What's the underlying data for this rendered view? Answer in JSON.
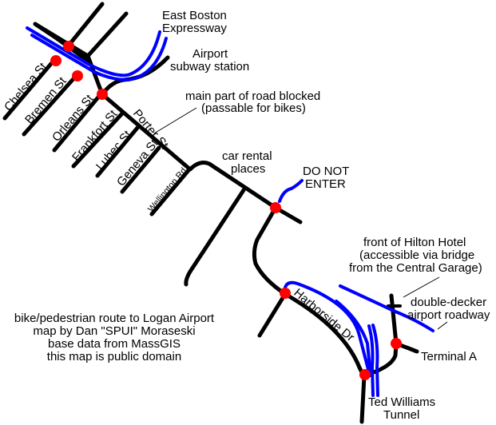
{
  "map": {
    "title": "bike/pedestrian route to Logan Airport",
    "colors": {
      "road": "#000000",
      "route": "#0000ff",
      "stop": "#ff0000",
      "background": "#ffffff"
    },
    "labels": {
      "east_boston_expressway": [
        "East Boston",
        "Expressway"
      ],
      "airport_subway": [
        "Airport",
        "subway station"
      ],
      "road_blocked": [
        "main part of road blocked",
        "(passable for bikes)"
      ],
      "car_rental": [
        "car rental",
        "places"
      ],
      "do_not_enter": [
        "DO NOT",
        "ENTER"
      ],
      "hilton": [
        "front of Hilton Hotel",
        "(accessible via bridge",
        "from the Central Garage)"
      ],
      "double_decker": [
        "double-decker",
        "airport roadway"
      ],
      "terminal_a": "Terminal A",
      "ted_williams": [
        "Ted Williams",
        "Tunnel"
      ]
    },
    "streets": {
      "chelsea": "Chelsea St",
      "bremen": "Bremen St",
      "orleans": "Orleans St",
      "frankfort": "Frankfort St",
      "lubec": "Lubec St",
      "porter": "Porter St",
      "geneva": "Geneva St",
      "wellington": "Wellington Rd",
      "harborside": "Harborside Dr"
    },
    "credits": [
      "bike/pedestrian route to Logan Airport",
      "map by Dan \"SPUI\" Moraseski",
      "base data from MassGIS",
      "this map is public domain"
    ]
  }
}
